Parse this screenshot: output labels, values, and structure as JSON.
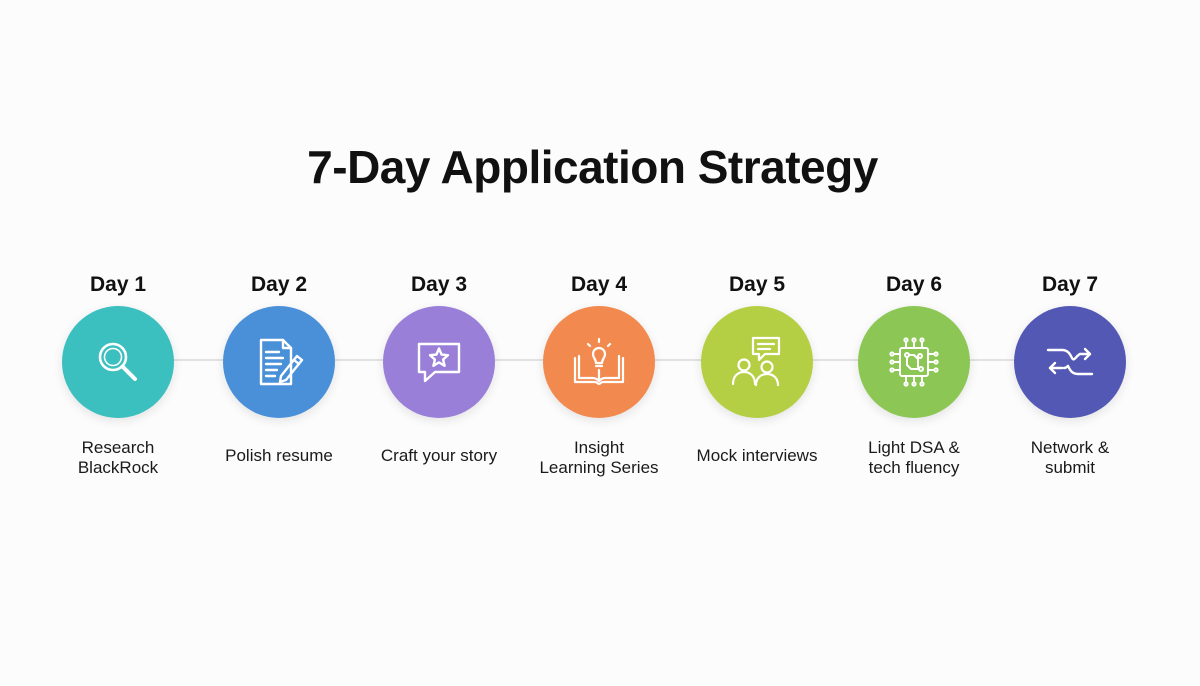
{
  "title": "7-Day Application Strategy",
  "steps": [
    {
      "day": "Day 1",
      "label": "Research\nBlackRock",
      "icon": "magnifier-icon",
      "color": "#3bbfbf"
    },
    {
      "day": "Day 2",
      "label": "Polish resume",
      "icon": "document-pencil-icon",
      "color": "#4a90d9"
    },
    {
      "day": "Day 3",
      "label": "Craft your story",
      "icon": "star-speech-bubble-icon",
      "color": "#9a7fd9"
    },
    {
      "day": "Day 4",
      "label": "Insight\nLearning Series",
      "icon": "lightbulb-book-icon",
      "color": "#f28a4f"
    },
    {
      "day": "Day 5",
      "label": "Mock interviews",
      "icon": "people-chat-icon",
      "color": "#b5cf45"
    },
    {
      "day": "Day 6",
      "label": "Light DSA &\ntech fluency",
      "icon": "circuit-chip-icon",
      "color": "#8cc755"
    },
    {
      "day": "Day 7",
      "label": "Network &\nsubmit",
      "icon": "crossing-arrows-icon",
      "color": "#5358b5"
    }
  ]
}
